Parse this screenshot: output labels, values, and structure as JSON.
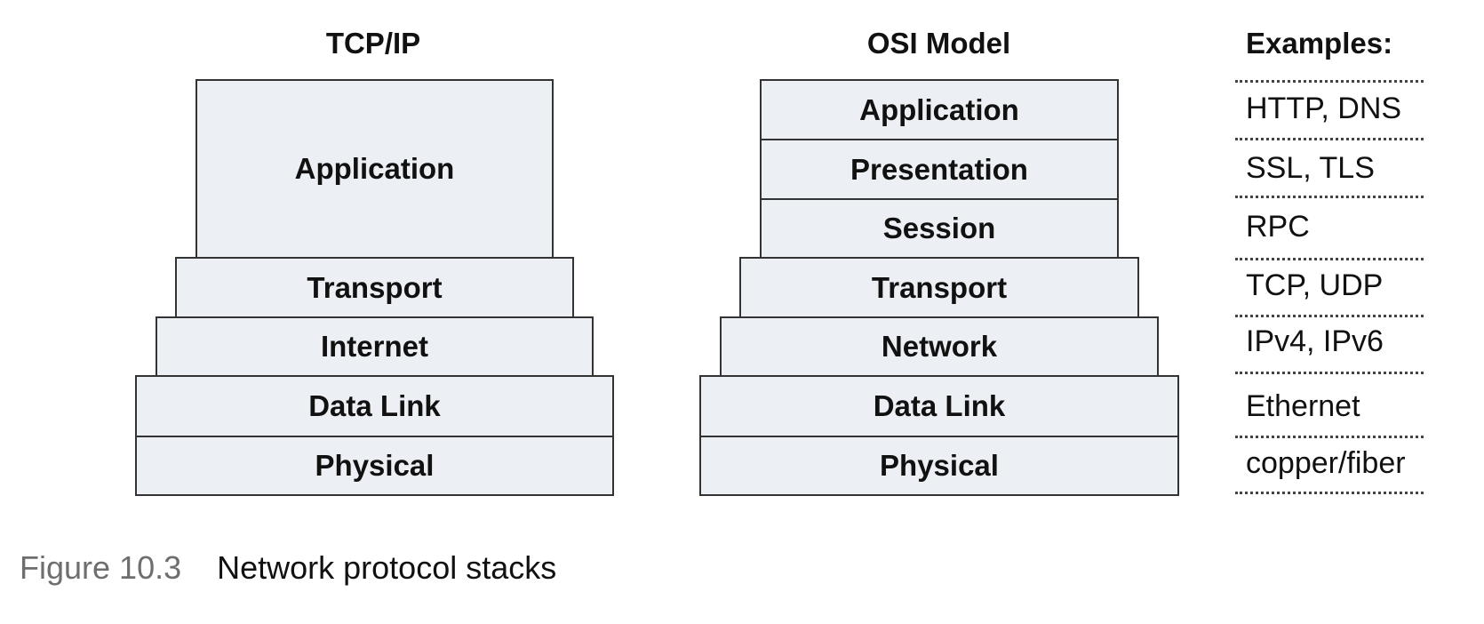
{
  "tcpip": {
    "title": "TCP/IP",
    "layers": [
      "Application",
      "Transport",
      "Internet",
      "Data Link",
      "Physical"
    ]
  },
  "osi": {
    "title": "OSI Model",
    "layers": [
      "Application",
      "Presentation",
      "Session",
      "Transport",
      "Network",
      "Data Link",
      "Physical"
    ]
  },
  "examples": {
    "title": "Examples:",
    "items": [
      "HTTP, DNS",
      "SSL, TLS",
      "RPC",
      "TCP, UDP",
      "IPv4, IPv6",
      "Ethernet",
      "copper/fiber"
    ]
  },
  "caption": {
    "number": "Figure 10.3",
    "text": "Network protocol stacks"
  },
  "colors": {
    "box_fill": "#eceff4",
    "box_border": "#333333",
    "caption_number": "#6e6e6e"
  }
}
